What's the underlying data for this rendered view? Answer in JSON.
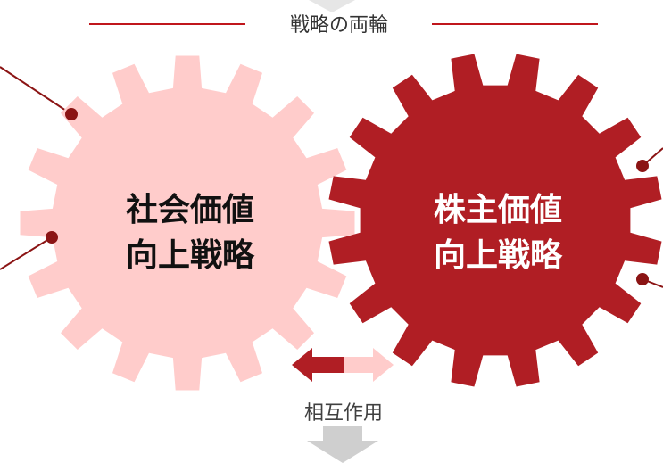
{
  "header": {
    "title": "戦略の両輪"
  },
  "left_gear": {
    "line1": "社会価値",
    "line2": "向上戦略"
  },
  "right_gear": {
    "line1": "株主価値",
    "line2": "向上戦略"
  },
  "interaction": {
    "label": "相互作用"
  },
  "colors": {
    "left_gear": "#ffcccb",
    "right_gear": "#b01e24",
    "left_text": "#111111",
    "right_text": "#ffffff",
    "connector": "#8b1414",
    "rule": "#c0161c",
    "down_arrow": "#cfcfcf"
  }
}
